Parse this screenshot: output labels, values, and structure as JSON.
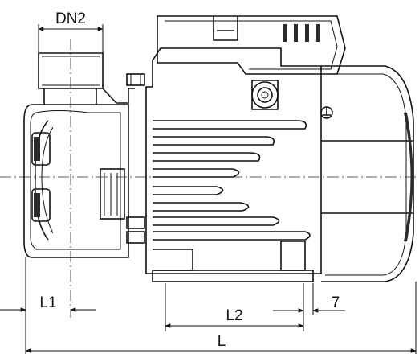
{
  "labels": {
    "dn2": "DN2",
    "l1": "L1",
    "l2": "L2",
    "seven": "7",
    "l": "L"
  },
  "icons": {
    "ground": "earth-ground-icon"
  }
}
